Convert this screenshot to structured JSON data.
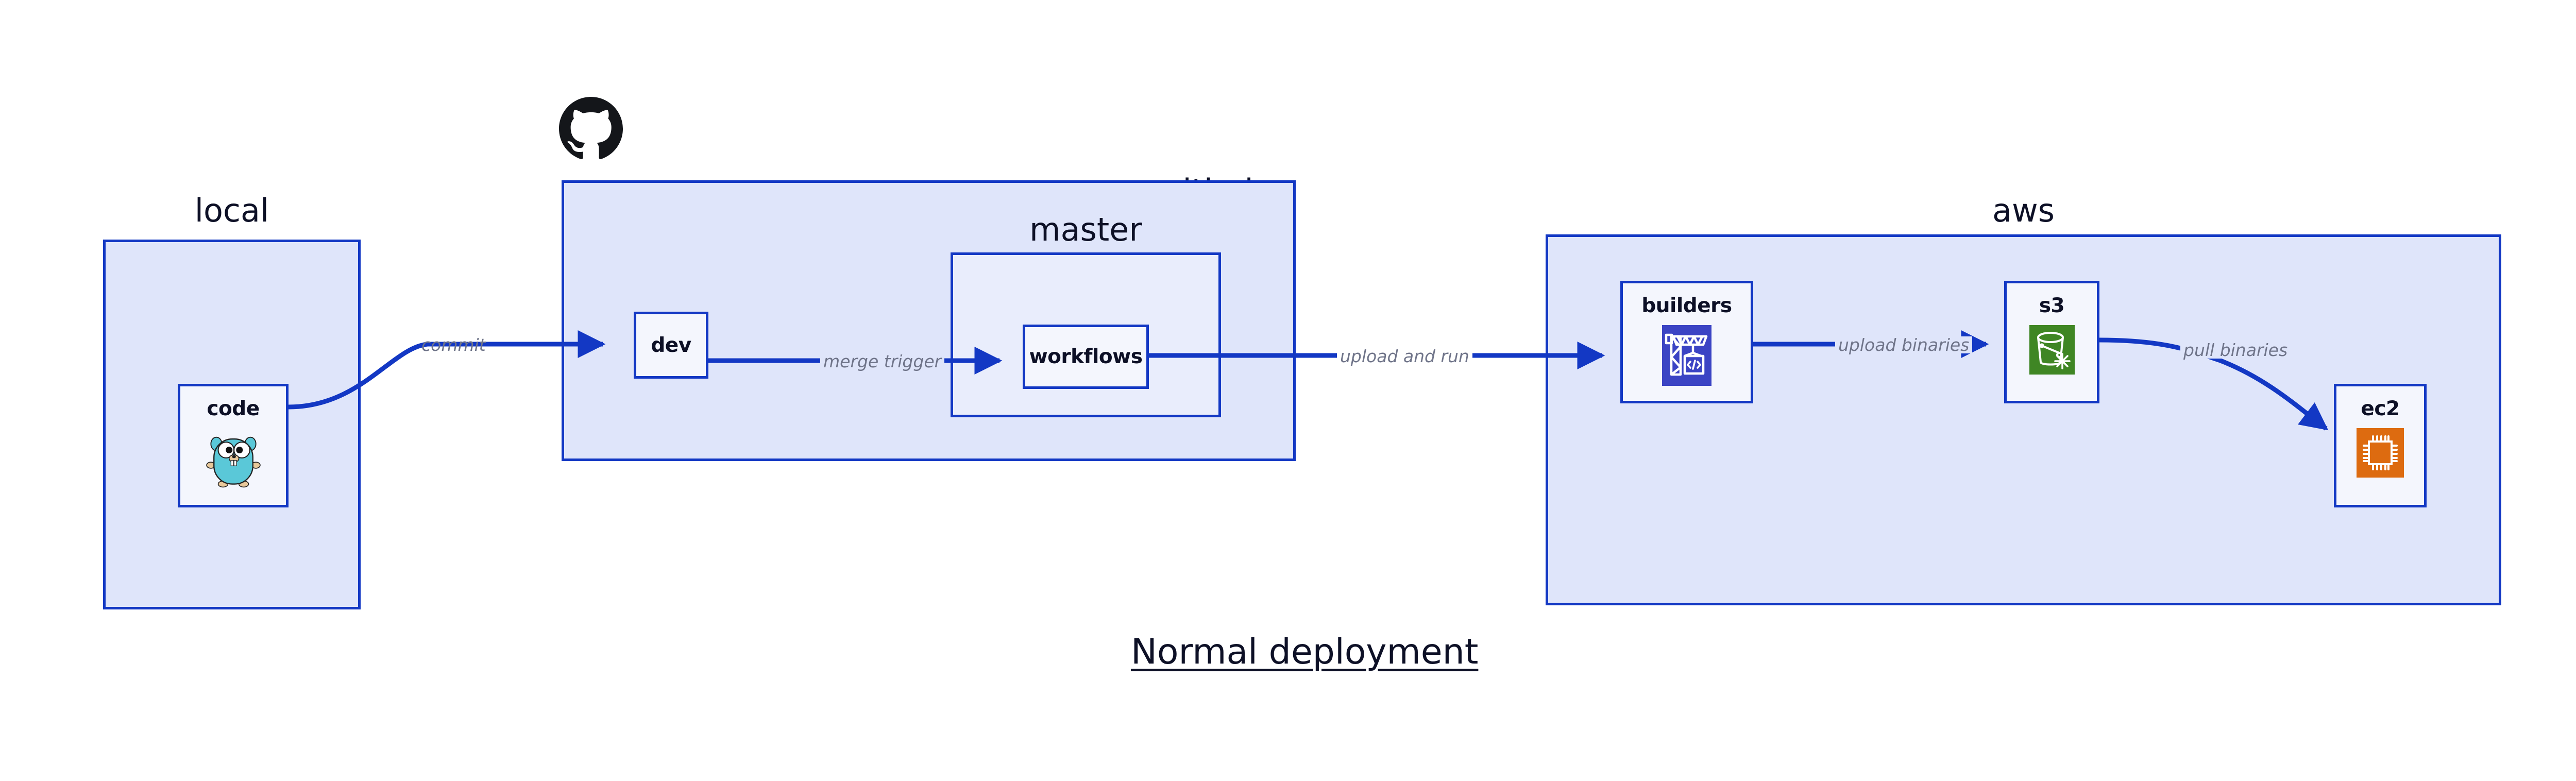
{
  "diagram": {
    "title": "Normal deployment",
    "accent_border": "#1338c4",
    "group_fill": "#dfe5fa",
    "inner_fill": "#e9edfc",
    "node_fill": "#f4f6fd",
    "label_color": "#0d1026",
    "edge_label_color": "#6f7489",
    "background": "#ffffff"
  },
  "groups": [
    {
      "id": "local",
      "label": "local"
    },
    {
      "id": "github",
      "label": "github"
    },
    {
      "id": "master",
      "label": "master"
    },
    {
      "id": "aws",
      "label": "aws"
    }
  ],
  "nodes": [
    {
      "id": "code",
      "label": "code",
      "icon": "go-gopher-icon",
      "icon_color": "#5ac8d8"
    },
    {
      "id": "dev",
      "label": "dev",
      "icon": null,
      "icon_color": null
    },
    {
      "id": "workflows",
      "label": "workflows",
      "icon": null,
      "icon_color": null
    },
    {
      "id": "builders",
      "label": "builders",
      "icon": "aws-codebuild-icon",
      "icon_color": "#3b44c4"
    },
    {
      "id": "s3",
      "label": "s3",
      "icon": "aws-s3-glacier-icon",
      "icon_color": "#3f8624"
    },
    {
      "id": "ec2",
      "label": "ec2",
      "icon": "aws-ec2-icon",
      "icon_color": "#dd6b10"
    }
  ],
  "edges": [
    {
      "id": "commit",
      "label": "commit",
      "from": "code",
      "to": "dev"
    },
    {
      "id": "merge-trigger",
      "label": "merge trigger",
      "from": "dev",
      "to": "workflows"
    },
    {
      "id": "upload-and-run",
      "label": "upload and run",
      "from": "workflows",
      "to": "builders"
    },
    {
      "id": "upload-binaries",
      "label": "upload binaries",
      "from": "builders",
      "to": "s3"
    },
    {
      "id": "pull-binaries",
      "label": "pull binaries",
      "from": "s3",
      "to": "ec2"
    }
  ],
  "logos": [
    {
      "id": "github-octocat",
      "icon": "github-octocat-icon",
      "color": "#14161a"
    }
  ]
}
